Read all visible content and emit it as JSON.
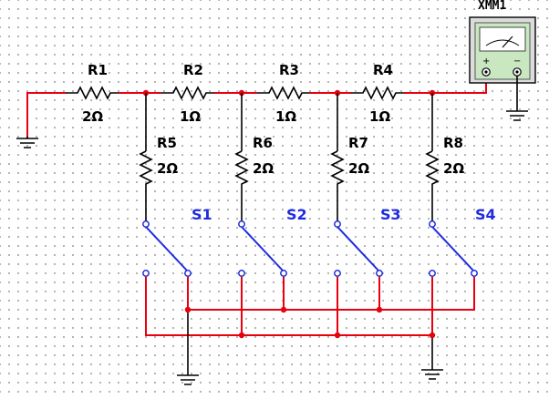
{
  "meter": {
    "label": "XMM1",
    "plus": "+",
    "minus": "−"
  },
  "resistors": [
    {
      "ref": "R1",
      "value": "2Ω"
    },
    {
      "ref": "R2",
      "value": "1Ω"
    },
    {
      "ref": "R3",
      "value": "1Ω"
    },
    {
      "ref": "R4",
      "value": "1Ω"
    },
    {
      "ref": "R5",
      "value": "2Ω"
    },
    {
      "ref": "R6",
      "value": "2Ω"
    },
    {
      "ref": "R7",
      "value": "2Ω"
    },
    {
      "ref": "R8",
      "value": "2Ω"
    }
  ],
  "switches": [
    {
      "ref": "S1"
    },
    {
      "ref": "S2"
    },
    {
      "ref": "S3"
    },
    {
      "ref": "S4"
    }
  ],
  "colors": {
    "wire": "#e8000e",
    "component": "#000000",
    "switch": "#1f2be0",
    "grid_dot": "#a9a9a9"
  }
}
